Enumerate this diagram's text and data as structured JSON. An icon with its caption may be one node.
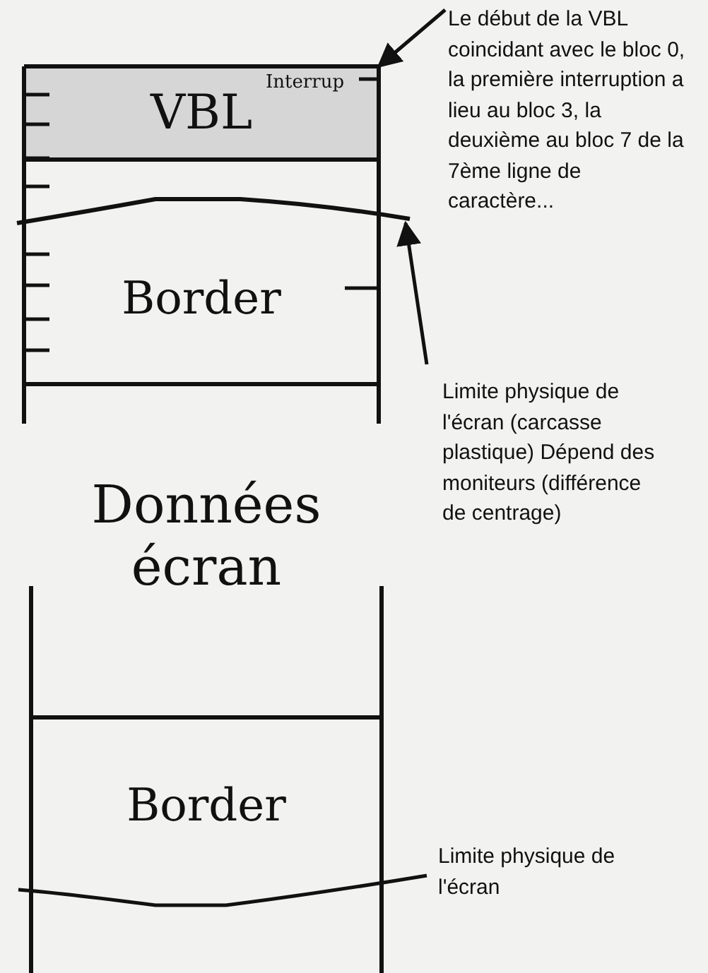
{
  "diagram": {
    "nodes": [
      {
        "text": [
          "VBL"
        ]
      },
      {
        "text": [
          "Border"
        ]
      },
      {
        "text": [],
        "shape": "line"
      },
      {
        "text": [
          "Données écran"
        ]
      },
      {
        "text": [
          "Border"
        ]
      },
      {
        "text": [
          "Le début de la VBL coincidant avec le bloc 0, la première interruption a lieu au bloc 3, la deuxième au bloc 7 de la 7ème ligne de caractère..."
        ]
      },
      {
        "text": [
          "Limite physique de l'écran (carcasse plastique) Dépend des moniteurs (différence de centrage)"
        ]
      }
    ],
    "edges": [
      {
        "from": 5,
        "to": 0,
        "arrow": "to"
      },
      {
        "from": 6,
        "to": 2,
        "arrow": "to"
      }
    ],
    "labels": [
      "Interrup",
      "Limite physique de l'écran"
    ]
  }
}
